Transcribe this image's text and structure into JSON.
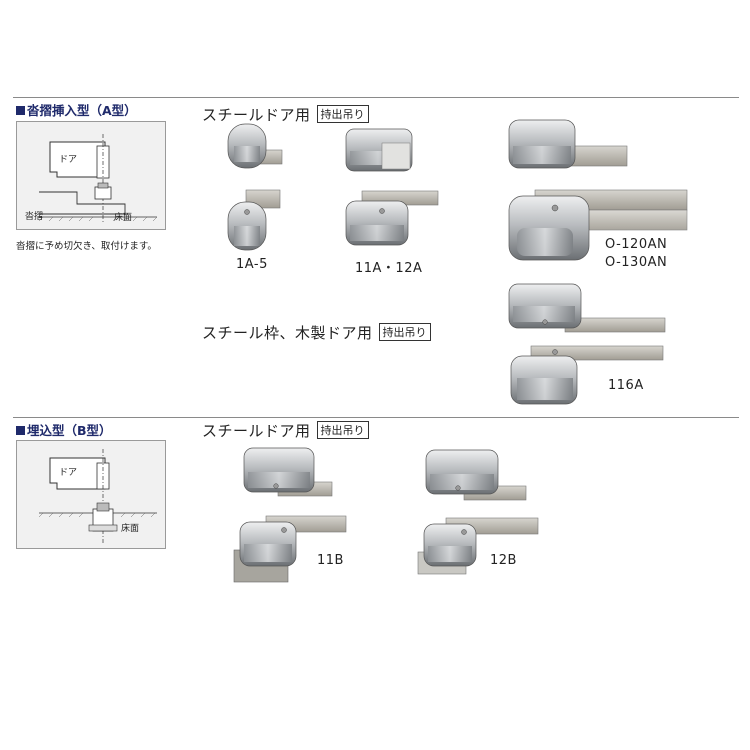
{
  "section_a": {
    "title": "沓摺挿入型（A型）",
    "diagram": {
      "door_label": "ドア",
      "sill_label": "沓摺",
      "floor_label": "床面"
    },
    "note": "沓摺に予め切欠き、取付けます。",
    "steel_door": {
      "heading": "スチールドア用",
      "badge": "持出吊り",
      "models": [
        "1A-5",
        "11A・12A",
        "O-120AN",
        "O-130AN"
      ]
    },
    "steel_frame_wood_door": {
      "heading": "スチール枠、木製ドア用",
      "badge": "持出吊り",
      "models": [
        "116A"
      ]
    }
  },
  "section_b": {
    "title": "埋込型（B型）",
    "diagram": {
      "door_label": "ドア",
      "floor_label": "床面"
    },
    "steel_door": {
      "heading": "スチールドア用",
      "badge": "持出吊り",
      "models": [
        "11B",
        "12B"
      ]
    }
  },
  "colors": {
    "title_navy": "#1f2a6b",
    "metal_light": "#d2d4d6",
    "metal_dark": "#6f7377",
    "rule": "#8a8a8a"
  }
}
